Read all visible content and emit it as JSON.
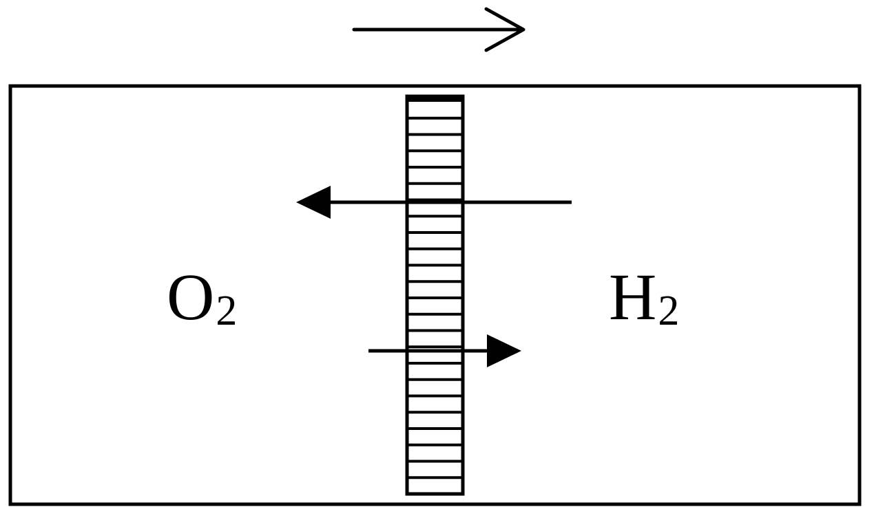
{
  "diagram": {
    "stroke_color": "#000000",
    "background_color": "#ffffff",
    "left_gas": {
      "symbol": "O",
      "subscript": "2"
    },
    "right_gas": {
      "symbol": "H",
      "subscript": "2"
    },
    "membrane": {
      "stripe_count": 24
    },
    "icons": {
      "top_arrow": "open-arrow-right-icon",
      "upper_arrow": "filled-arrow-left-icon",
      "lower_arrow": "filled-arrow-right-icon"
    }
  }
}
